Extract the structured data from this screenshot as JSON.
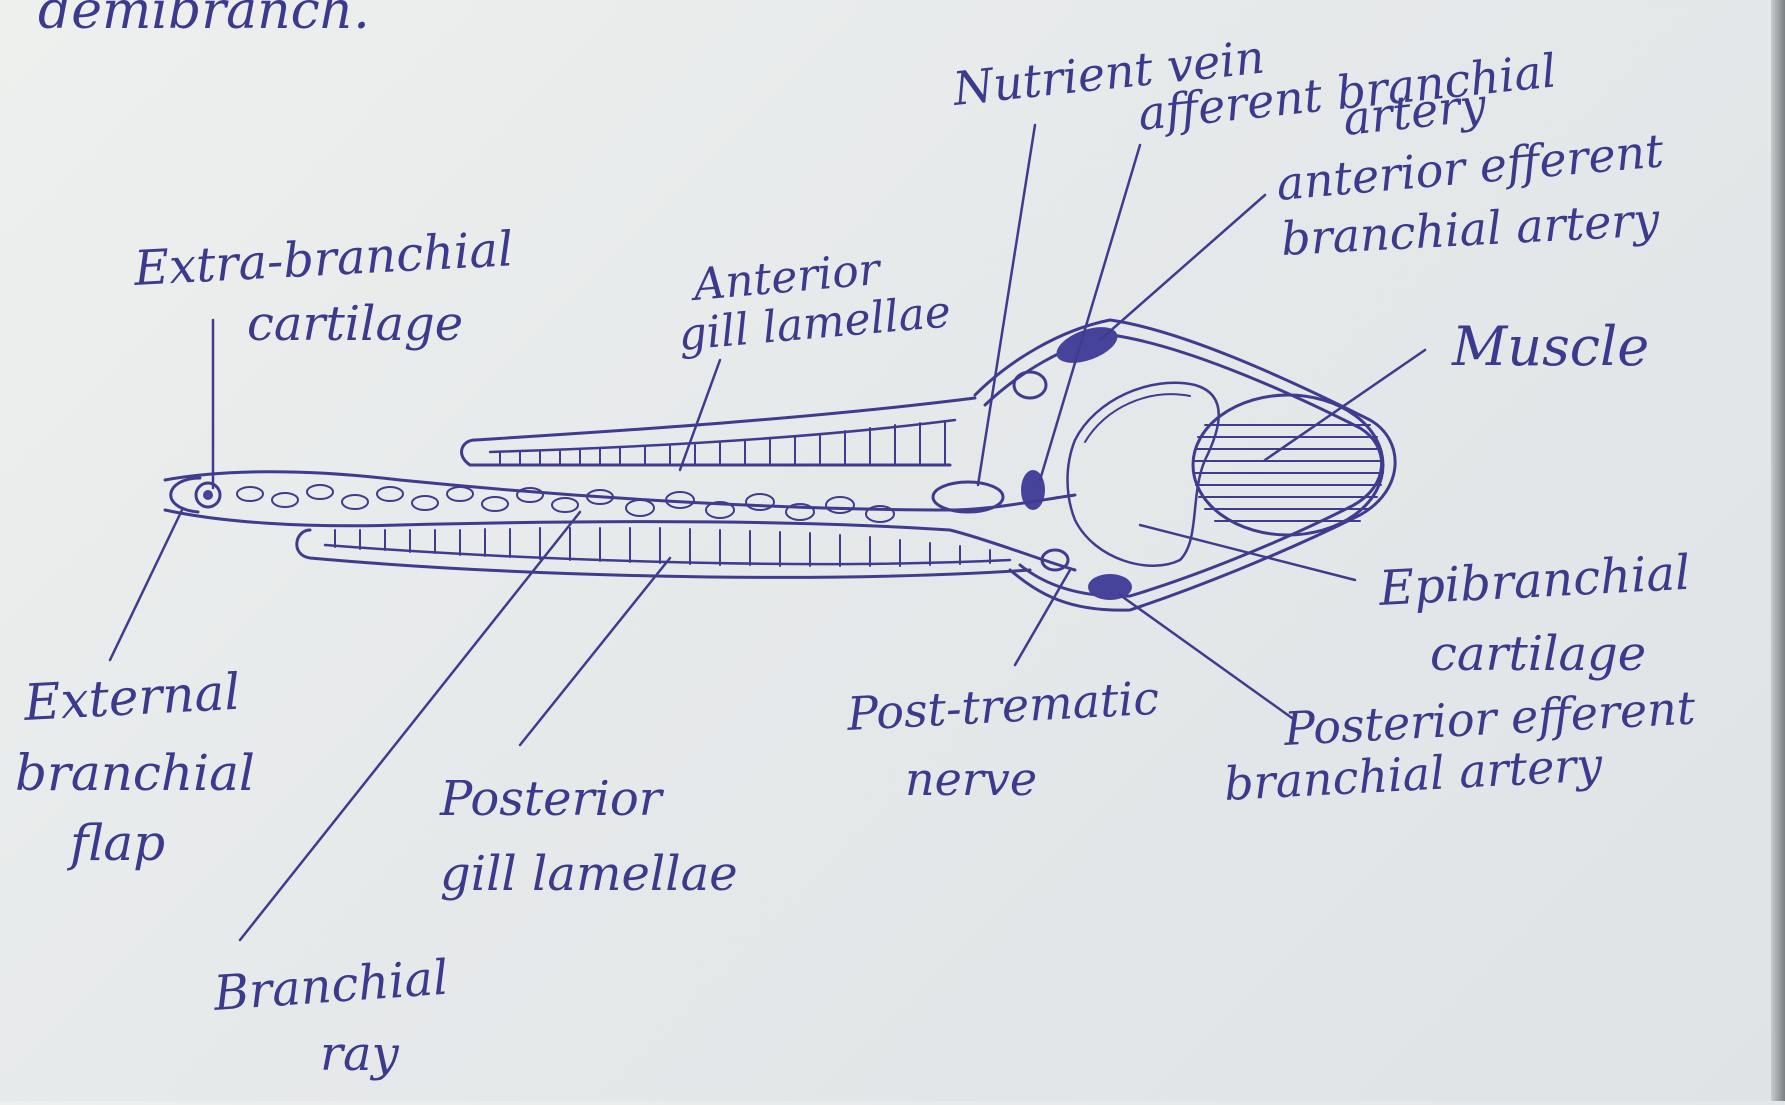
{
  "heading_fragment": "demibranch.",
  "labels": {
    "nutrient_vein": "Nutrient vein",
    "afferent_branchial_artery": [
      "afferent branchial",
      "artery"
    ],
    "anterior_efferent_branchial_artery": [
      "anterior efferent",
      "branchial artery"
    ],
    "extra_branchial_cartilage": [
      "Extra-branchial",
      "cartilage"
    ],
    "anterior_gill_lamellae": [
      "Anterior",
      "gill lamellae"
    ],
    "muscle": "Muscle",
    "epibranchial_cartilage": [
      "Epibranchial",
      "cartilage"
    ],
    "external_branchial_flap": [
      "External",
      "branchial",
      "flap"
    ],
    "post_trematic_nerve": [
      "Post-trematic",
      "nerve"
    ],
    "posterior_efferent_branchial_artery": [
      "Posterior efferent",
      "branchial artery"
    ],
    "posterior_gill_lamellae": [
      "Posterior",
      "gill lamellae"
    ],
    "branchial_ray": [
      "Branchial",
      "ray"
    ]
  },
  "colors": {
    "ink": "#3f3c8f",
    "paper": "#e9ecec"
  }
}
